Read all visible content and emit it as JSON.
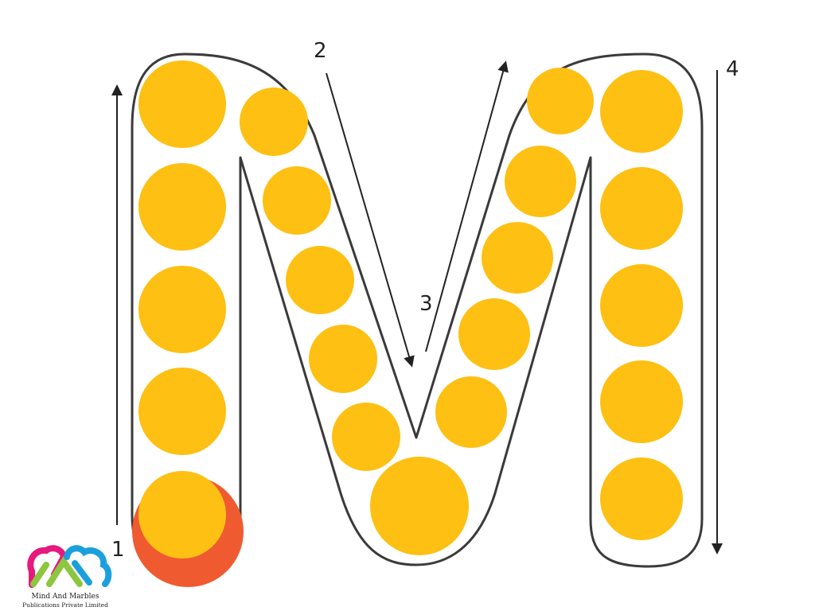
{
  "worksheet": {
    "letter": "M",
    "stroke_numbers": [
      "1",
      "2",
      "3",
      "4"
    ],
    "colors": {
      "outline": "#3a3a3a",
      "dot": "#fdc013",
      "start_dot": "#f05a30",
      "arrow": "#222222"
    }
  },
  "logo": {
    "line1": "Mind And Marbles",
    "line2": "Publications Private Limited",
    "colors": [
      "#e6197d",
      "#8dc63f",
      "#1ba0dc"
    ]
  }
}
